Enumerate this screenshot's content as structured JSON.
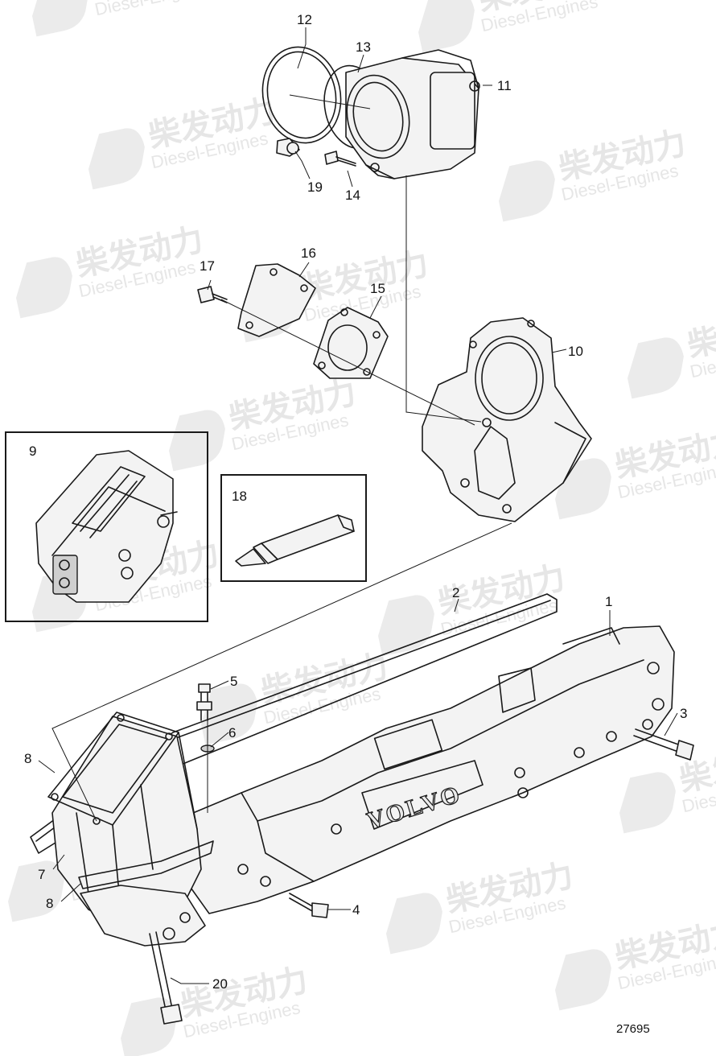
{
  "watermark": {
    "cn": "柴发动力",
    "en": "Diesel-Engines"
  },
  "logo_text": "VOLVO",
  "figure_number": "27695",
  "callouts": [
    "12",
    "13",
    "11",
    "19",
    "14",
    "17",
    "16",
    "15",
    "10",
    "9",
    "18",
    "2",
    "1",
    "5",
    "3",
    "6",
    "8",
    "7",
    "8",
    "4",
    "20"
  ]
}
